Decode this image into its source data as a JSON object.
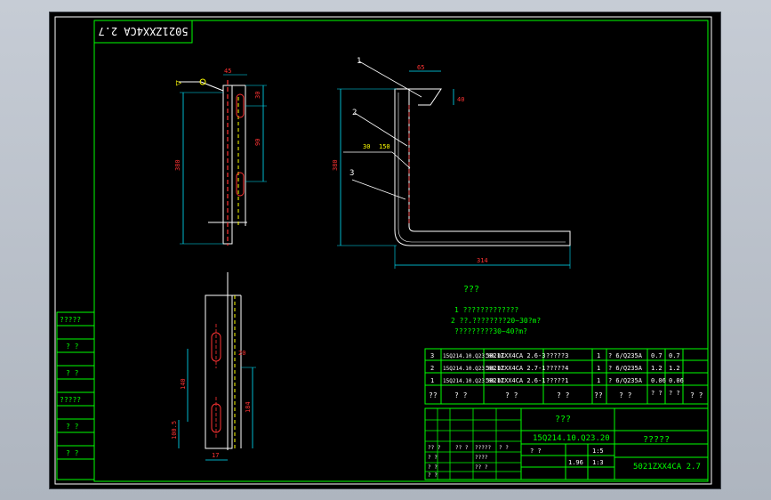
{
  "top_code": "5021ZXX4CA 2.7",
  "parts": [
    {
      "callout": "1"
    },
    {
      "callout": "2"
    },
    {
      "callout": "3"
    }
  ],
  "dims": {
    "left_top_w": "45",
    "left_top_h": "30",
    "left_mid_h": "90",
    "left_total_h": "380",
    "right_top_w": "65",
    "right_top_h": "40",
    "right_total_h": "380",
    "right_bottom_w": "314",
    "bottom_w": "17",
    "bottom_gap": "20",
    "bottom_h1": "140",
    "bottom_h2": "184",
    "bottom_h3": "100.5"
  },
  "weld_symbols": {
    "left": "▷",
    "right_a": "30",
    "right_b": "150"
  },
  "notes": {
    "heading": "???",
    "lines": [
      "1 ?????????????",
      "2 ??.????????20~30?m?",
      "?????????30~40?m?"
    ]
  },
  "left_column_labels": [
    "?????",
    "? ?",
    "? ?",
    "?????",
    "? ?",
    "? ?"
  ],
  "bom": {
    "rows": [
      {
        "no": "3",
        "code": "15Q214.10.Q23.00.03",
        "name": "5021ZXX4CA 2.6-3",
        "desc": "?????3",
        "qty": "1",
        "mat": "? 6/Q235A",
        "w1": "0.7",
        "w2": "0.7"
      },
      {
        "no": "2",
        "code": "15Q214.10.Q23.00.02",
        "name": "5021ZXX4CA 2.7-1",
        "desc": "?????4",
        "qty": "1",
        "mat": "? 6/Q235A",
        "w1": "1.2",
        "w2": "1.2"
      },
      {
        "no": "1",
        "code": "15Q214.10.Q23.00.01",
        "name": "5021ZXX4CA 2.6-1",
        "desc": "?????1",
        "qty": "1",
        "mat": "? 6/Q235A",
        "w1": "0.06",
        "w2": "0.06"
      }
    ],
    "header": [
      "??",
      "? ?",
      "? ?",
      "? ?",
      "??",
      "? ?",
      "? ?",
      "? ?",
      "? ?"
    ]
  },
  "title_block": {
    "company": "???",
    "drawing_no": "15Q214.10.Q23.20",
    "title": "?????",
    "code": "5021ZXX4CA 2.7",
    "scale": "1:5",
    "weight": "1.96",
    "sheet": "1:3",
    "sign_labels": [
      "? ?",
      "? ?",
      "? ?",
      "????"
    ],
    "mini_labels": [
      "?? ?",
      "?? ?",
      "?????",
      "? ?",
      "?? ?"
    ]
  }
}
